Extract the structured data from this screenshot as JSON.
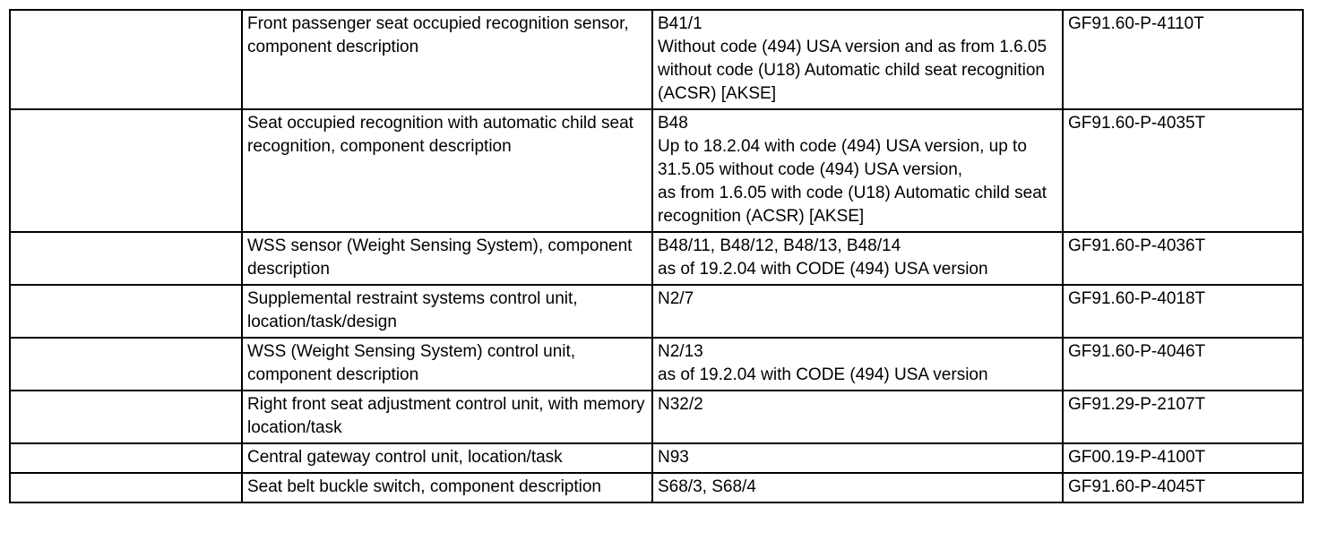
{
  "rows": [
    {
      "description": "Front passenger seat occupied recognition sensor, component description",
      "component_lines": [
        "B41/1",
        "Without code (494) USA version and as from 1.6.05 without code (U18) Automatic child seat recognition (ACSR) [AKSE]"
      ],
      "document": "GF91.60-P-4110T"
    },
    {
      "description": "Seat occupied recognition with automatic child seat recognition, component description",
      "component_lines": [
        "B48",
        "Up to 18.2.04 with code (494) USA version, up to 31.5.05 without code (494) USA version,",
        "as from 1.6.05 with code (U18) Automatic child seat recognition (ACSR) [AKSE]"
      ],
      "document": "GF91.60-P-4035T"
    },
    {
      "description": "WSS sensor (Weight Sensing System), component description",
      "component_lines": [
        "B48/11, B48/12, B48/13, B48/14",
        "as of 19.2.04 with CODE (494) USA version"
      ],
      "document": "GF91.60-P-4036T"
    },
    {
      "description": "Supplemental restraint systems control unit, location/task/design",
      "component_lines": [
        "N2/7"
      ],
      "document": "GF91.60-P-4018T"
    },
    {
      "description": "WSS (Weight Sensing System) control unit, component description",
      "component_lines": [
        "N2/13",
        "as of 19.2.04 with CODE (494) USA version"
      ],
      "document": "GF91.60-P-4046T"
    },
    {
      "description": "Right front seat adjustment control unit, with memory location/task",
      "component_lines": [
        "N32/2"
      ],
      "document": "GF91.29-P-2107T"
    },
    {
      "description": "Central gateway control unit, location/task",
      "component_lines": [
        "N93"
      ],
      "document": "GF00.19-P-4100T"
    },
    {
      "description": "Seat belt buckle switch, component description",
      "component_lines": [
        "S68/3, S68/4"
      ],
      "document": "GF91.60-P-4045T"
    }
  ]
}
